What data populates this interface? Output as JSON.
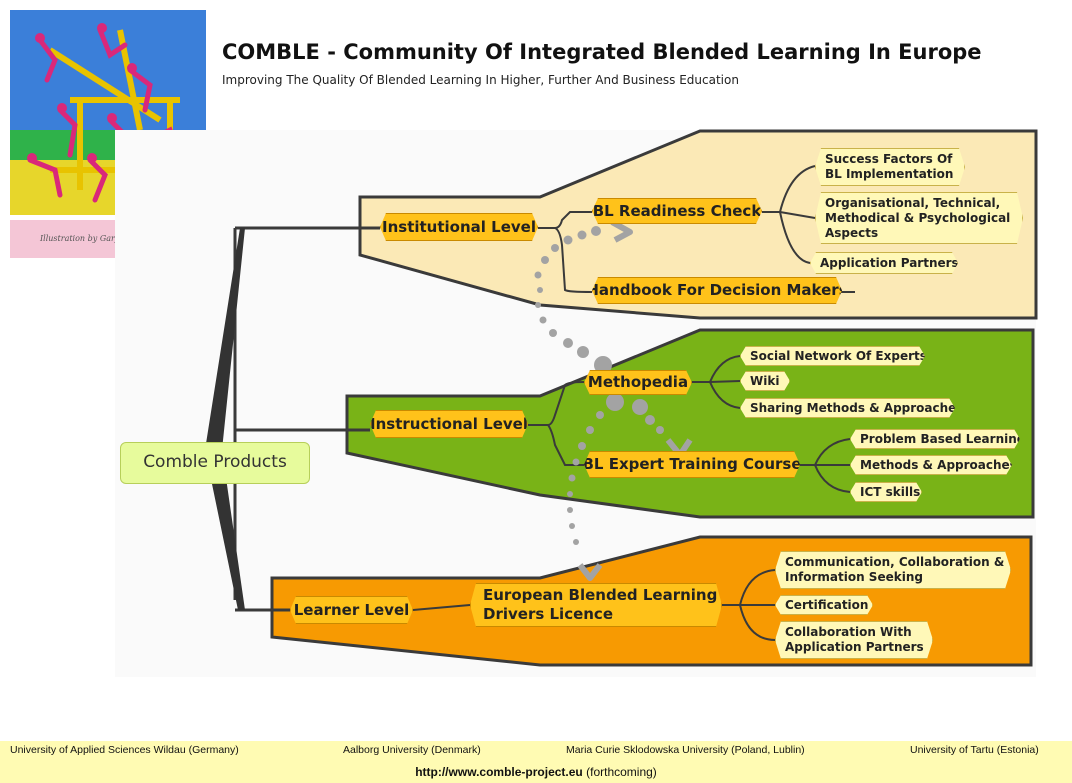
{
  "header": {
    "title": "COMBLE - Community Of Integrated Blended Learning In Europe",
    "subtitle": "Improving The Quality Of Blended Learning In Higher, Further And Business Education"
  },
  "illustration": {
    "caption": "Illustration by Gary Loriel"
  },
  "diagram": {
    "root": "Comble Products",
    "institutional": {
      "label": "Institutional Level",
      "readiness": "BL Readiness Check",
      "handbook": "Handbook For Decision Makers",
      "success_1": "Success Factors Of",
      "success_2": "BL Implementation",
      "org_1": "Organisational, Technical,",
      "org_2": "Methodical & Psychological",
      "org_3": "Aspects",
      "app_partners": "Application Partners"
    },
    "instructional": {
      "label": "Instructional Level",
      "methopedia": "Methopedia",
      "social": "Social Network Of Experts",
      "wiki": "Wiki",
      "sharing": "Sharing Methods & Approaches",
      "expert_course": "BL Expert Training Course",
      "problem": "Problem Based Learning",
      "methods": "Methods & Approaches",
      "ict": "ICT skills"
    },
    "learner": {
      "label": "Learner Level",
      "licence_1": "European Blended Learning",
      "licence_2": "Drivers Licence",
      "comm_1": "Communication, Collaboration &",
      "comm_2": "Information Seeking",
      "certification": "Certification",
      "collab_1": "Collaboration With",
      "collab_2": "Application Partners"
    }
  },
  "colors": {
    "institutional_band": "#fbe9b6",
    "instructional_band": "#79b317",
    "learner_band": "#f79a02",
    "node_main": "#ffc21a",
    "node_leaf": "#fff8b8",
    "root_node": "#e7fb9c",
    "footer_bg": "#fffbb3"
  },
  "footer": {
    "partners": [
      "University of Applied Sciences Wildau (Germany)",
      "Aalborg University (Denmark)",
      "Maria Curie Sklodowska University (Poland, Lublin)",
      "University of Tartu (Estonia)"
    ],
    "url": "http://www.comble-project.eu",
    "url_note": "(forthcoming)"
  }
}
